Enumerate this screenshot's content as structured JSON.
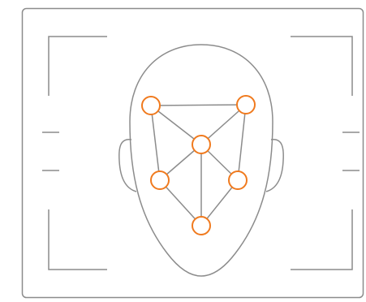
{
  "illustration": {
    "icon": "face-recognition-icon",
    "colors": {
      "outline": "#8c8c8c",
      "landmark": "#f07a1e",
      "background": "#ffffff"
    },
    "landmark_points": [
      "left-eye",
      "right-eye",
      "nose-bridge",
      "left-cheek",
      "right-cheek",
      "chin"
    ]
  }
}
